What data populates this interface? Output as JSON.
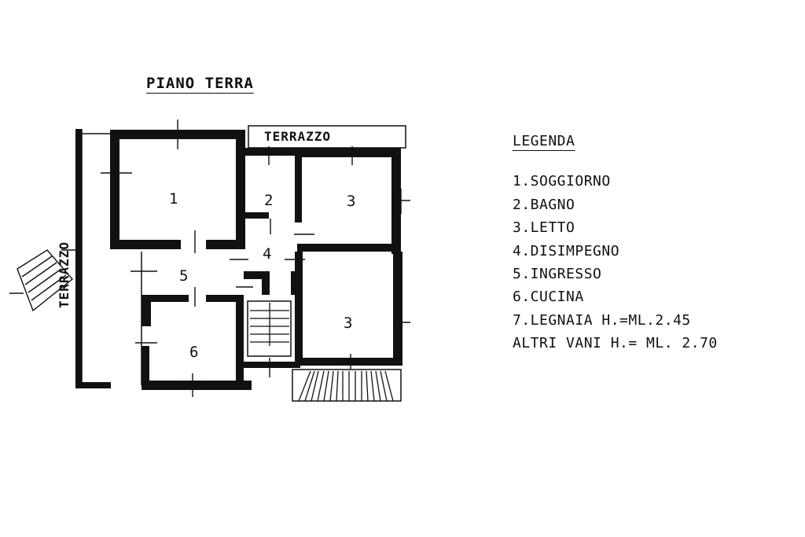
{
  "title": "PIANO TERRA",
  "plan_labels": {
    "terrazzo_top": "TERRAZZO",
    "terrazzo_left": "TERRAZZO",
    "rooms": [
      "1",
      "2",
      "3",
      "4",
      "5",
      "3",
      "6"
    ]
  },
  "legend": {
    "title": "LEGENDA",
    "items": [
      "1.SOGGIORNO",
      "2.BAGNO",
      "3.LETTO",
      "4.DISIMPEGNO",
      "5.INGRESSO",
      "6.CUCINA",
      "7.LEGNAIA H.=ML.2.45",
      "ALTRI VANI H.= ML. 2.70"
    ]
  }
}
